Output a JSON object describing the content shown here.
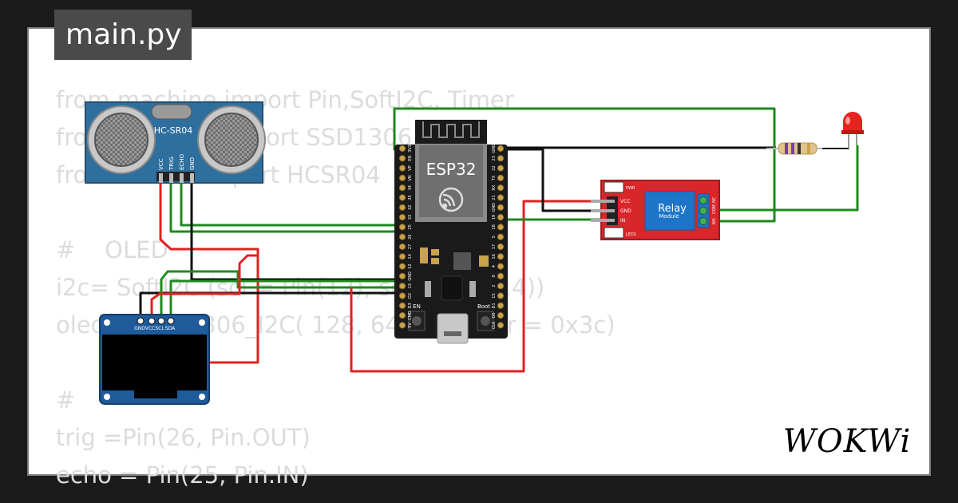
{
  "tab": {
    "title": "main.py"
  },
  "code_lines": [
    "from machine import Pin,SoftI2C, Timer",
    "from ssd1306 import SSD1306",
    "from hcsr04 import HCSR04",
    "",
    "#    OLED",
    "i2c= SoftI2C (scl = Pin(12), sda = Pin(14))",
    "oled = SSD1306_I2C( 128, 64, i2c, addr = 0x3c)",
    "",
    "#",
    "trig =Pin(26, Pin.OUT)",
    "echo = Pin(25, Pin.IN)"
  ],
  "components": {
    "sensor": {
      "label": "HC-SR04",
      "pins": [
        "VCC",
        "TRIG",
        "ECHO",
        "GND"
      ]
    },
    "oled": {
      "pins": [
        "GND",
        "VCC",
        "SCL",
        "SDA"
      ]
    },
    "esp32": {
      "label": "ESP32",
      "left_pins": [
        "3V3",
        "EN",
        "VP",
        "VN",
        "34",
        "35",
        "32",
        "33",
        "25",
        "26",
        "27",
        "14",
        "12",
        "GND",
        "13",
        "D2",
        "D3",
        "CMD",
        "5V"
      ],
      "right_pins": [
        "GND",
        "23",
        "22",
        "TX",
        "RX",
        "21",
        "GND",
        "19",
        "18",
        "5",
        "17",
        "16",
        "4",
        "0",
        "2",
        "15",
        "D1",
        "D0",
        "CLK"
      ],
      "button_en": "EN",
      "button_boot": "Boot"
    },
    "relay": {
      "title": "Relay",
      "subtitle": "Module",
      "pins": [
        "VCC",
        "GND",
        "IN"
      ],
      "pwr_label": "PWR",
      "led_label": "LED1",
      "terminals": [
        "NC",
        "COM",
        "NO"
      ]
    }
  },
  "brand": {
    "logo": "WOKWi"
  },
  "colors": {
    "wire_green": "#1e8a1e",
    "wire_red": "#e32020",
    "wire_black": "#111111",
    "board_black": "#1a1a1a",
    "relay_red": "#d9262a",
    "sensor_blue": "#2f6f9e",
    "oled_blue": "#1f5a9a"
  }
}
